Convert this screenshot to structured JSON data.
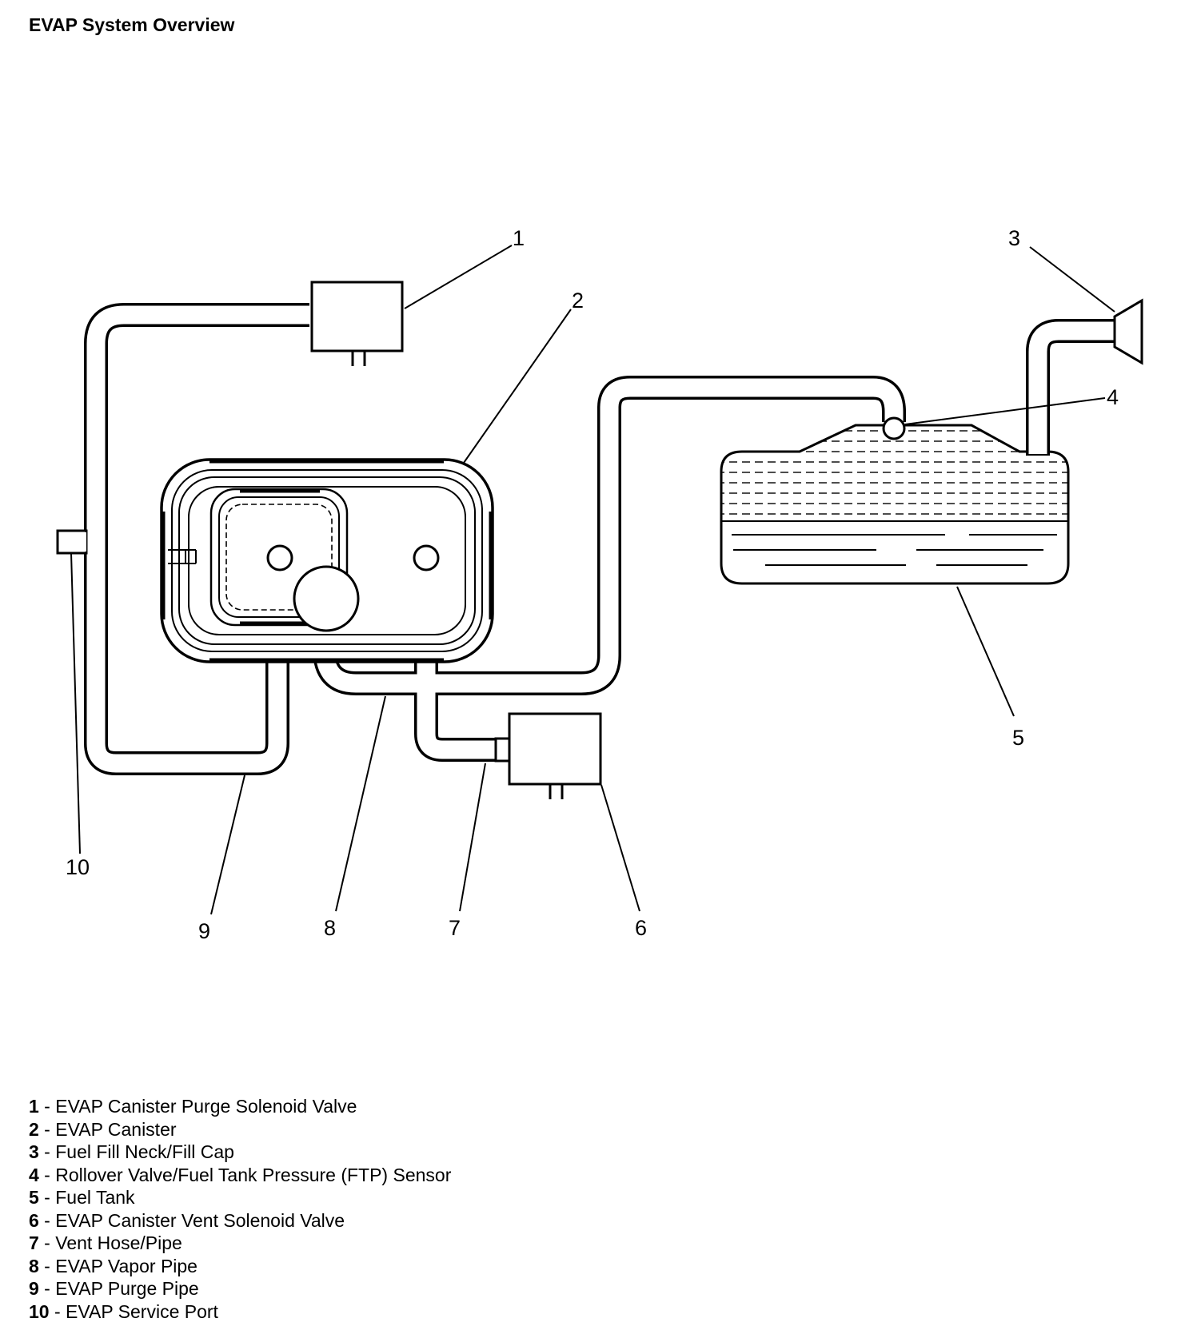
{
  "title": "EVAP System Overview",
  "callouts": {
    "c1": "1",
    "c2": "2",
    "c3": "3",
    "c4": "4",
    "c5": "5",
    "c6": "6",
    "c7": "7",
    "c8": "8",
    "c9": "9",
    "c10": "10"
  },
  "legend": [
    {
      "num": "1",
      "sep": " - ",
      "label": "EVAP Canister Purge Solenoid Valve"
    },
    {
      "num": "2",
      "sep": " - ",
      "label": "EVAP Canister"
    },
    {
      "num": "3",
      "sep": " - ",
      "label": "Fuel Fill Neck/Fill Cap"
    },
    {
      "num": "4",
      "sep": " - ",
      "label": "Rollover Valve/Fuel Tank Pressure (FTP) Sensor"
    },
    {
      "num": "5",
      "sep": " - ",
      "label": "Fuel Tank"
    },
    {
      "num": "6",
      "sep": " - ",
      "label": "EVAP Canister Vent Solenoid Valve"
    },
    {
      "num": "7",
      "sep": " - ",
      "label": "Vent Hose/Pipe"
    },
    {
      "num": "8",
      "sep": " - ",
      "label": "EVAP Vapor Pipe"
    },
    {
      "num": "9",
      "sep": " - ",
      "label": "EVAP Purge Pipe"
    },
    {
      "num": "10",
      "sep": " - ",
      "label": "EVAP Service Port"
    }
  ]
}
